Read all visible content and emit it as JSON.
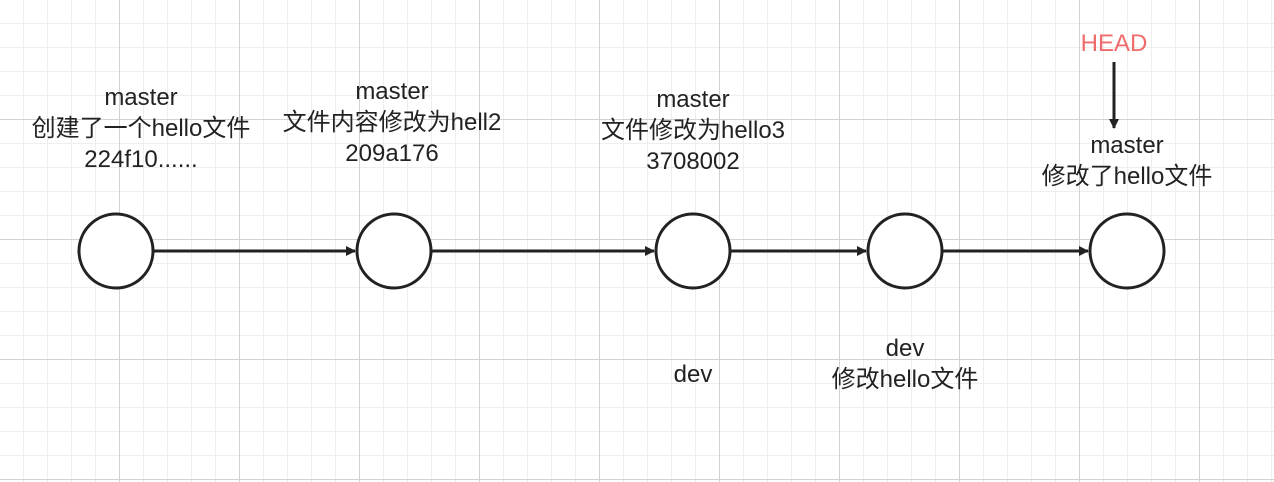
{
  "colors": {
    "node_stroke": "#222222",
    "arrow": "#222222",
    "head_label": "#f06b6b",
    "grid_major": "#d2d2d2",
    "grid_minor": "#eeeeee"
  },
  "commits": [
    {
      "id": "c1",
      "lines": [
        "master",
        "创建了一个hello文件",
        "224f10......"
      ]
    },
    {
      "id": "c2",
      "lines": [
        "master",
        "文件内容修改为hell2",
        "209a176"
      ]
    },
    {
      "id": "c3",
      "lines": [
        "master",
        "文件修改为hello3",
        "3708002"
      ]
    },
    {
      "id": "c4",
      "lines": []
    },
    {
      "id": "c5",
      "lines": [
        "master",
        "修改了hello文件"
      ]
    }
  ],
  "branch_labels": {
    "c3": [
      "dev"
    ],
    "c4": [
      "dev",
      "修改hello文件"
    ]
  },
  "head": {
    "label": "HEAD"
  }
}
